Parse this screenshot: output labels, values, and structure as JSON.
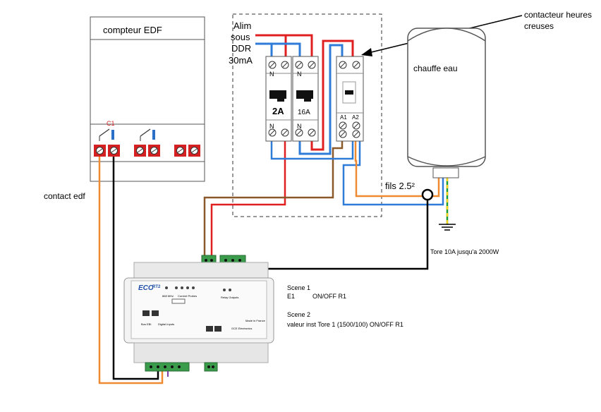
{
  "meter": {
    "title": "compteur  EDF",
    "c1": "C1"
  },
  "supply": {
    "line1": "Alim",
    "line2": "sous",
    "line3": "DDR",
    "line4": "30mA"
  },
  "breakers": [
    {
      "top": "N",
      "rating": "2A",
      "bottom": "N"
    },
    {
      "top": "N",
      "rating": "16A",
      "bottom": "N"
    }
  ],
  "contactor": {
    "a1": "A1",
    "a2": "A2"
  },
  "contactor_label": {
    "line1": "contacteur heures",
    "line2": "creuses"
  },
  "heater": {
    "label": "chauffe eau"
  },
  "cable": {
    "label": "fils 2.5²"
  },
  "edf_contact": {
    "label": "contact edf"
  },
  "tore": {
    "label": "Tore 10A jusqu'a 2000W"
  },
  "module": {
    "brand": "ECO",
    "model": "RT2",
    "maker": "GCE Electronics",
    "made_in": "Made in France",
    "freq": "868 MHz",
    "current_probes": "Current Probes",
    "relay_outputs": "Relay Outputs",
    "digital_inputs": "Digital Inputs",
    "bus": "Bus EBI"
  },
  "scenes": [
    {
      "title": "Scene 1",
      "line": "E1          ON/OFF R1"
    },
    {
      "title": "Scene 2",
      "line": "valeur inst Tore 1 (1500/100) ON/OFF R1"
    }
  ]
}
